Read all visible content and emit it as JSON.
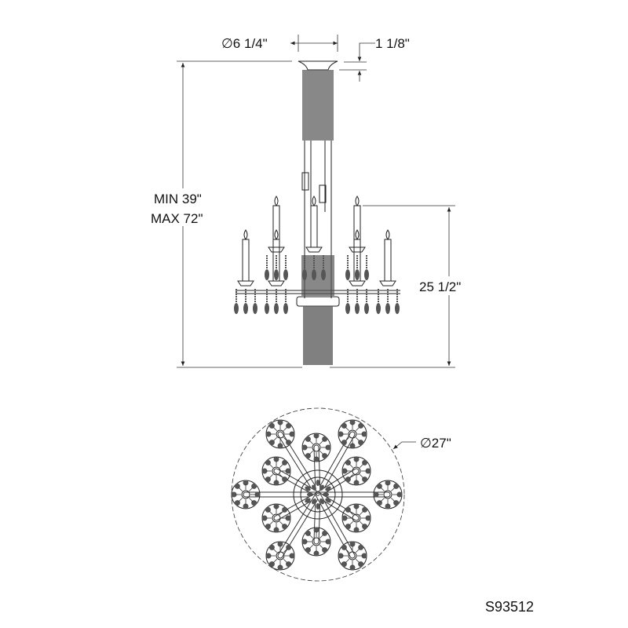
{
  "drawing": {
    "canopy_diameter": "∅6 1/4\"",
    "canopy_height": "1 1/8\"",
    "overall_height_min": "MIN 39\"",
    "overall_height_max": "MAX 72\"",
    "body_height": "25 1/2\"",
    "overall_diameter": "∅27\"",
    "model_number": "S93512"
  },
  "colors": {
    "line": "#222222",
    "crystal": "#444444"
  }
}
